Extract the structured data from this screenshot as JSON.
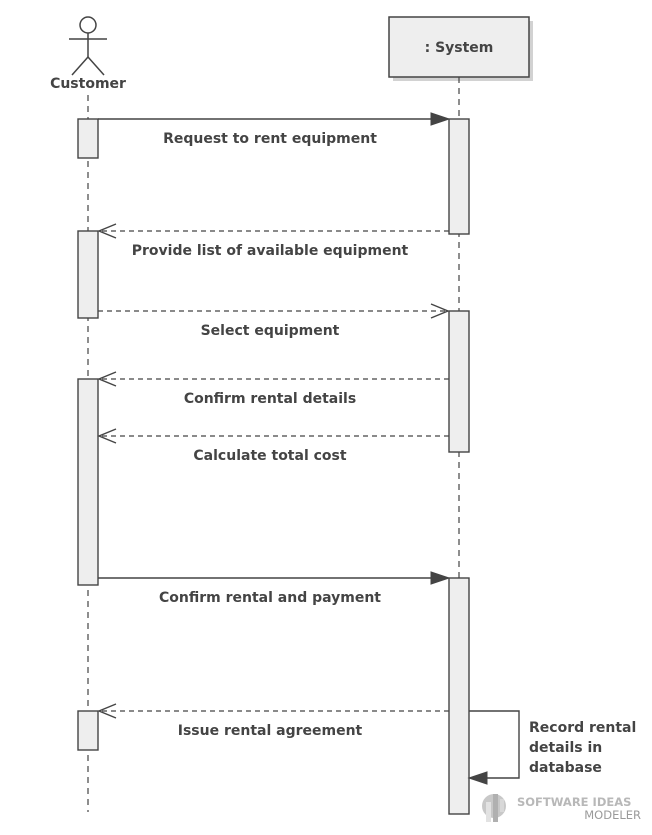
{
  "diagram": {
    "actor": {
      "name": "Customer"
    },
    "system": {
      "name": ": System"
    },
    "messages": [
      {
        "label": "Request to rent equipment"
      },
      {
        "label": "Provide list of available equipment"
      },
      {
        "label": "Select equipment"
      },
      {
        "label": "Confirm rental details"
      },
      {
        "label": "Calculate total cost"
      },
      {
        "label": "Confirm rental and payment"
      },
      {
        "label": "Issue rental agreement"
      }
    ],
    "self_message": {
      "lines": [
        "Record rental",
        "details in",
        "database"
      ]
    }
  },
  "watermark": {
    "main": "SOFTWARE IDEAS",
    "sub": "MODELER"
  }
}
